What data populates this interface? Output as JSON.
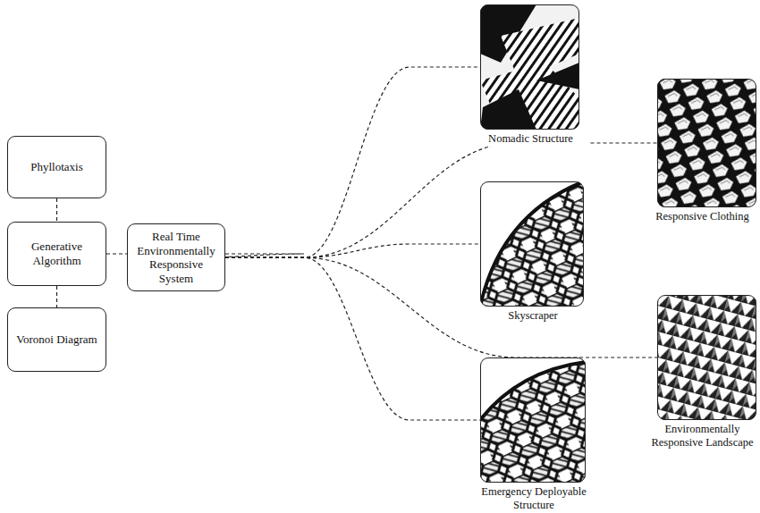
{
  "diagram": {
    "nodes": [
      {
        "text": [
          "Phyllotaxis"
        ]
      },
      {
        "text": [
          "Generative Algorithm"
        ]
      },
      {
        "text": [
          "Voronoi Diagram"
        ]
      },
      {
        "text": [
          "Real Time Environmentally Responsive System"
        ]
      },
      {
        "text": [
          "Nomadic Structure"
        ]
      },
      {
        "text": [
          "Responsive Clothing"
        ]
      },
      {
        "text": [
          "Skyscraper"
        ]
      },
      {
        "text": [
          "Environmentally Responsive Landscape"
        ]
      },
      {
        "text": [
          "Emergency Deployable Structure"
        ]
      }
    ],
    "edges": [
      {
        "from": 0,
        "to": 1,
        "arrow": "none"
      },
      {
        "from": 1,
        "to": 2,
        "arrow": "none"
      },
      {
        "from": 1,
        "to": 3,
        "arrow": "none"
      },
      {
        "from": 3,
        "to": 4,
        "arrow": "none"
      },
      {
        "from": 3,
        "to": 5,
        "arrow": "none"
      },
      {
        "from": 3,
        "to": 6,
        "arrow": "none"
      },
      {
        "from": 3,
        "to": 7,
        "arrow": "none"
      },
      {
        "from": 3,
        "to": 8,
        "arrow": "none"
      }
    ]
  }
}
